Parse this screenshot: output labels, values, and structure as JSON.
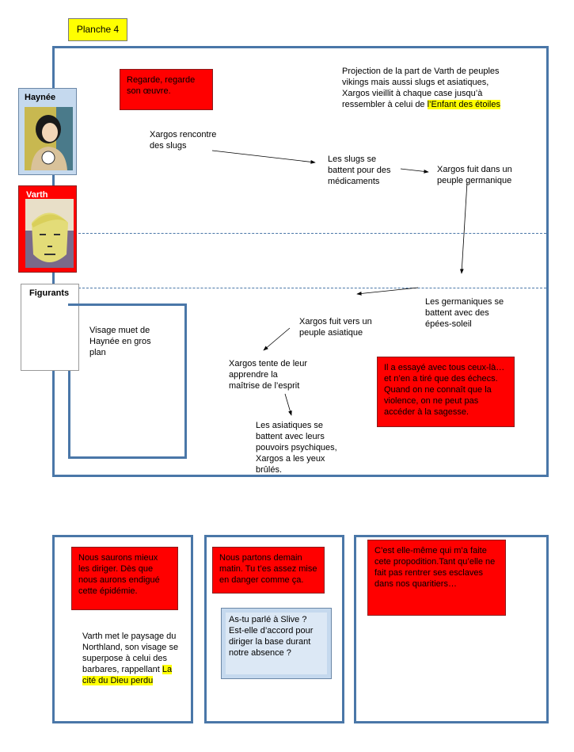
{
  "header": {
    "planche_label": "Planche 4"
  },
  "characters": [
    {
      "name": "Haynée",
      "color": "#c5d9ee"
    },
    {
      "name": "Varth",
      "color": "#ff0000"
    },
    {
      "name": "Figurants",
      "color": "#ffffff"
    }
  ],
  "main_panel": {
    "bubble": "Regarde, regarde son œuvre.",
    "projection_text": "Projection de la part de Varth de peuples vikings mais aussi slugs et asiatiques, Xargos vieillit à chaque case jusqu’à ressembler à celui de ",
    "projection_highlight": "l’Enfant des étoiles",
    "steps": [
      "Xargos rencontre des slugs",
      "Les slugs se battent pour des médicaments",
      "Xargos fuit dans un peuple germanique",
      "Les germaniques se battent avec des épées-soleil",
      "Xargos fuit vers un peuple asiatique",
      "Xargos tente de leur apprendre la maîtrise de l’esprit",
      "Les asiatiques se battent avec leurs pouvoirs psychiques, Xargos a les yeux brûlés."
    ],
    "inner_panel_text": "Visage muet de Haynée en gros plan",
    "bubble_2": "Il a essayé avec tous ceux-là… et n’en a tiré que des échecs. Quand on ne connaît que la violence, on ne peut pas accéder à la sagesse."
  },
  "bottom_panels": [
    {
      "bubble": "Nous saurons mieux les diriger. Dès que nous aurons endigué cette épidémie.",
      "text": "Varth met le paysage du Northland, son visage se superpose à celui des barbares, rappellant ",
      "highlight": "La cité du Dieu perdu"
    },
    {
      "bubble": "Nous partons demain matin. Tu t’es assez mise en danger comme ça.",
      "blue_bubble": "As-tu parlé à Slive ? Est-elle d’accord pour diriger la base durant notre absence ?"
    },
    {
      "bubble": "C’est elle-même qui m’a faite cete propodition.Tant qu’elle ne fait pas rentrer ses esclaves dans nos quaritiers…"
    }
  ],
  "colors": {
    "panel_border": "#4a77a8",
    "bubble_red": "#ff0000",
    "highlight": "#ffff00",
    "blue_bubble": "#dce8f5"
  }
}
